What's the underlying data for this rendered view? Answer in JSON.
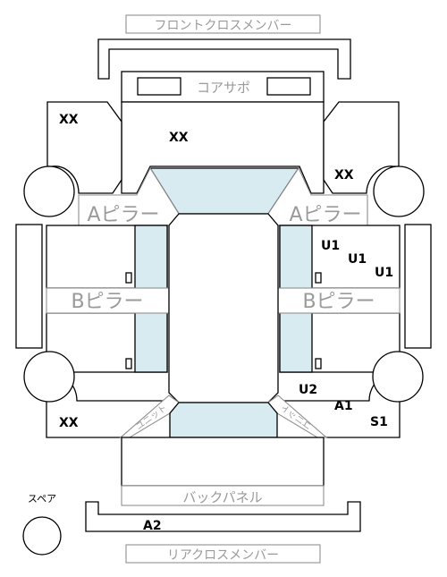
{
  "labels": {
    "front_cross_member": "フロントクロスメンバー",
    "core_support": "コアサポ",
    "a_pillar": "Aピラー",
    "b_pillar": "Bピラー",
    "back_panel": "バックパネル",
    "rear_cross_member": "リアクロスメンバー",
    "spare": "スペア",
    "unit": "ユニット"
  },
  "codes": {
    "front_left": "XX",
    "hood": "XX",
    "front_right": "XX",
    "rear_left": "XX",
    "right_front_door_1": "U1",
    "right_front_door_2": "U1",
    "right_front_door_3": "U1",
    "right_rear_door": "U2",
    "rear_right_1": "A1",
    "rear_right_2": "S1",
    "trunk": "A2"
  },
  "colors": {
    "glass": "#d7ebf1",
    "line": "#000000",
    "label": "#9a9a9a"
  }
}
